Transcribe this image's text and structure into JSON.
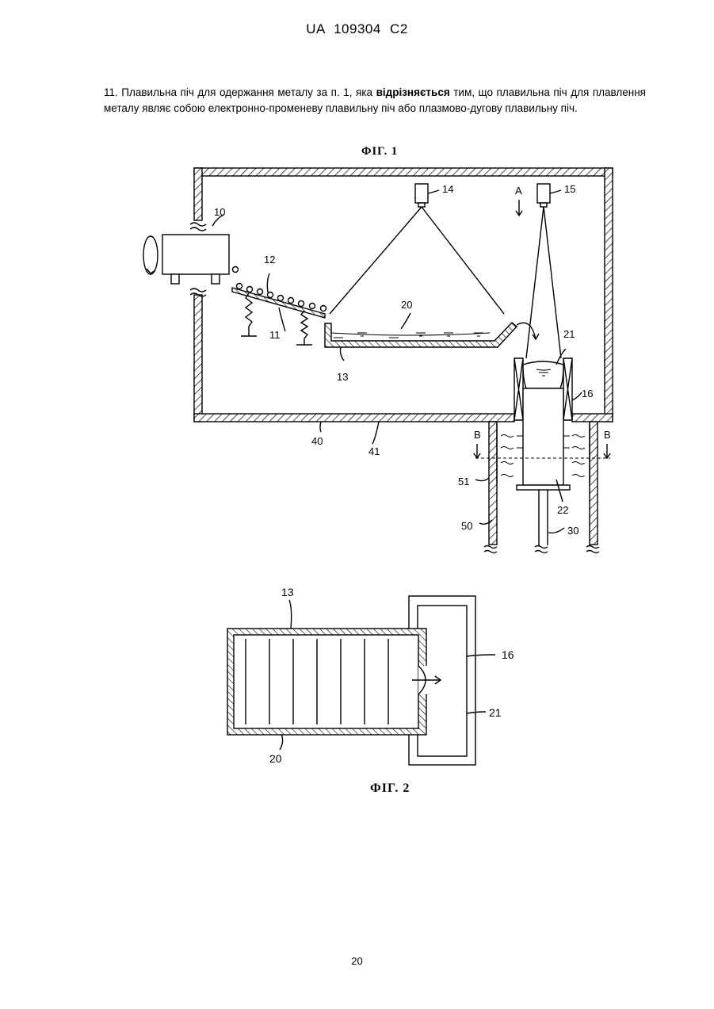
{
  "header": {
    "patent_number": "UA   109304   C2"
  },
  "claim": {
    "part1": "11. Плавильна піч для одержання металу за п. 1, яка ",
    "bold": "відрізняється",
    "part2": " тим, що плавильна піч для плавлення металу являє собою електронно-променеву плавильну піч або плазмово-дугову плавильну піч."
  },
  "figure1": {
    "title": "ФІГ. 1",
    "labels": {
      "l10": "10",
      "l12": "12",
      "l11": "11",
      "l14": "14",
      "l15": "15",
      "lA": "A",
      "l20": "20",
      "l21": "21",
      "l13": "13",
      "l16": "16",
      "l40": "40",
      "l41": "41",
      "lB1": "B",
      "lB2": "B",
      "l51": "51",
      "l22": "22",
      "l50": "50",
      "l30": "30"
    }
  },
  "figure2": {
    "title": "ФІГ. 2",
    "labels": {
      "l13": "13",
      "l16": "16",
      "l21": "21",
      "l20": "20"
    }
  },
  "footer": {
    "page_number": "20"
  }
}
